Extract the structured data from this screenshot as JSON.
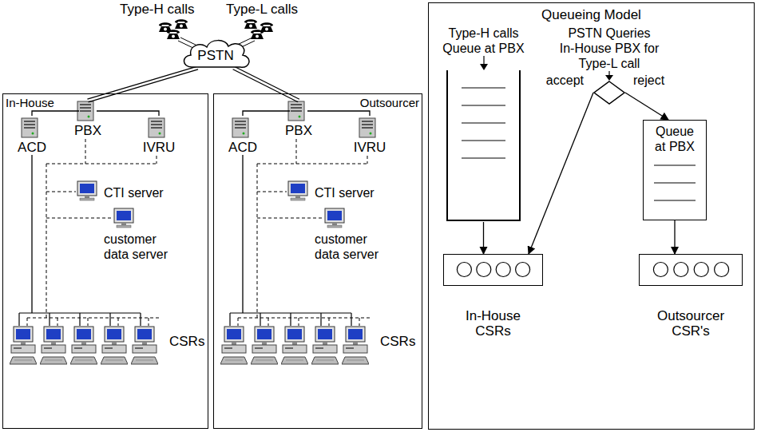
{
  "diagram": {
    "nodes": [
      {
        "text": [
          "PSTN"
        ]
      },
      {
        "text": [
          "In-House"
        ]
      },
      {
        "text": [
          "PBX"
        ],
        "in": 1
      },
      {
        "text": [
          "ACD"
        ],
        "in": 1
      },
      {
        "text": [
          "IVRU"
        ],
        "in": 1
      },
      {
        "text": [
          "CTI server"
        ],
        "in": 1
      },
      {
        "text": [
          "customer data server"
        ],
        "in": 1
      },
      {
        "text": [
          "CSRs"
        ],
        "in": 1
      },
      {
        "text": [
          "Outsourcer"
        ]
      },
      {
        "text": [
          "PBX"
        ],
        "in": 8
      },
      {
        "text": [
          "ACD"
        ],
        "in": 8
      },
      {
        "text": [
          "IVRU"
        ],
        "in": 8
      },
      {
        "text": [
          "CTI server"
        ],
        "in": 8
      },
      {
        "text": [
          "customer data server"
        ],
        "in": 8
      },
      {
        "text": [
          "CSRs"
        ],
        "in": 8
      },
      {
        "text": [
          "Queueing Model"
        ]
      },
      {
        "text": [
          "Type-H calls Queue at PBX"
        ],
        "in": 15
      },
      {
        "text": [
          "PSTN Queries In-House PBX for Type-L call"
        ],
        "in": 15
      },
      {
        "text": [
          "Queue at PBX"
        ],
        "in": 15
      },
      {
        "text": [
          "In-House CSRs"
        ],
        "in": 15
      },
      {
        "text": [
          "Outsourcer CSR's"
        ],
        "in": 15
      }
    ],
    "edges": [
      {
        "from": 0,
        "to": 2,
        "arrow": "none"
      },
      {
        "from": 0,
        "to": 9,
        "arrow": "none"
      },
      {
        "from": 2,
        "to": 3,
        "arrow": "none"
      },
      {
        "from": 2,
        "to": 4,
        "arrow": "none"
      },
      {
        "from": 3,
        "to": 7,
        "arrow": "none"
      },
      {
        "from": 9,
        "to": 10,
        "arrow": "none"
      },
      {
        "from": 9,
        "to": 11,
        "arrow": "none"
      },
      {
        "from": 10,
        "to": 14,
        "arrow": "none"
      },
      {
        "from": 16,
        "to": 19,
        "arrow": "to"
      },
      {
        "from": 17,
        "to": 19,
        "label": "accept",
        "arrow": "to"
      },
      {
        "from": 17,
        "to": 18,
        "label": "reject",
        "arrow": "to"
      },
      {
        "from": 18,
        "to": 20,
        "arrow": "to"
      }
    ],
    "labels": [
      "Type-H calls",
      "Type-L calls"
    ]
  }
}
